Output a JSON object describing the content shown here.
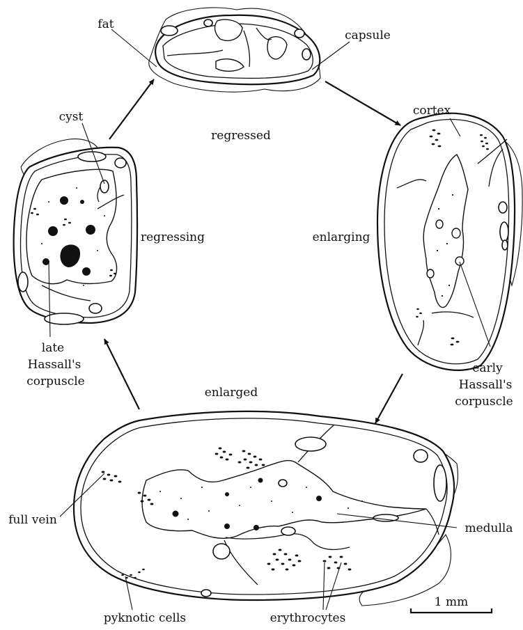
{
  "labels": {
    "fat": "fat",
    "capsule": "capsule",
    "cortex": "cortex",
    "cyst": "cyst",
    "regressed": "regressed",
    "regressing": "regressing",
    "enlarging": "enlarging",
    "enlarged": "enlarged",
    "late_1": "late",
    "late_2": "Hassall's",
    "late_3": "corpuscle",
    "early_1": "early",
    "early_2": "Hassall's",
    "early_3": "corpuscle",
    "full_vein": "full vein",
    "medulla": "medulla",
    "pyknotic_cells": "pyknotic cells",
    "erythrocytes": "erythrocytes",
    "scale_bar": "1 mm"
  }
}
